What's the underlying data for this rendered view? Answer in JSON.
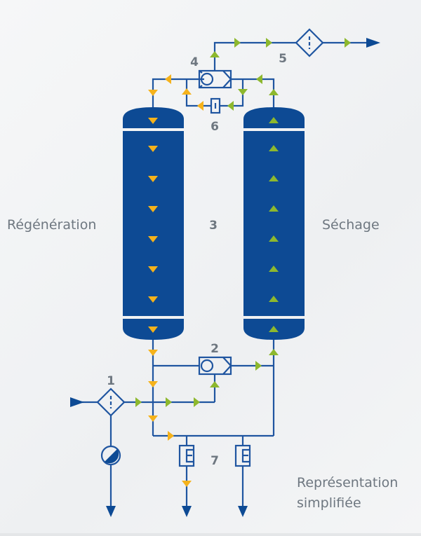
{
  "labels": {
    "left_tank": "Régénération",
    "right_tank": "Séchage",
    "representation_line1": "Représentation",
    "representation_line2": "simplifiée"
  },
  "components": [
    {
      "number": "1",
      "name": "inlet-filter"
    },
    {
      "number": "2",
      "name": "lower-shuttle-valve"
    },
    {
      "number": "3",
      "name": "desiccant-towers"
    },
    {
      "number": "4",
      "name": "upper-shuttle-valve"
    },
    {
      "number": "5",
      "name": "outlet-filter"
    },
    {
      "number": "6",
      "name": "purge-orifice"
    },
    {
      "number": "7",
      "name": "exhaust-silencers"
    }
  ],
  "colors": {
    "pipe": "#1f55a0",
    "tank": "#0d4a94",
    "flow_wet": "#f5b21b",
    "flow_dry": "#8db82e",
    "text": "#6e7780"
  },
  "icons": {
    "filter": "diamond-filter-icon",
    "valve": "shuttle-valve-icon",
    "orifice": "orifice-icon",
    "silencer": "silencer-icon",
    "drain": "drain-icon",
    "arrow_in": "inlet-arrow-icon",
    "arrow_out": "outlet-arrow-icon"
  }
}
